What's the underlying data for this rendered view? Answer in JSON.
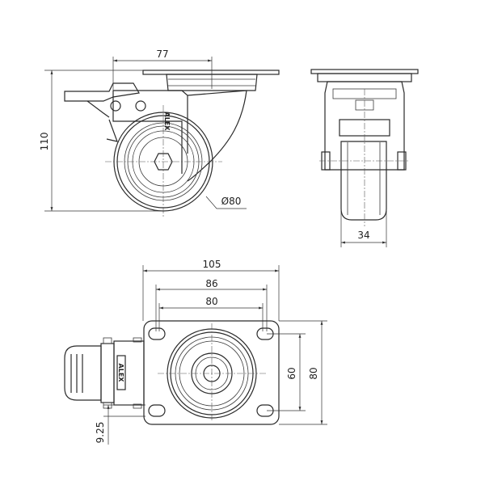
{
  "title": "Swivel castor with brake - dimensional drawing",
  "side_view": {
    "dim_offset": "77",
    "dim_height": "110",
    "dim_wheel_diameter": "Ø80",
    "logo": "ALEX"
  },
  "front_view": {
    "dim_wheel_width": "34"
  },
  "top_view": {
    "dim_plate_length": "105",
    "dim_hole_spacing_outer": "86",
    "dim_hole_spacing_inner": "80",
    "dim_hole_spacing_vertical": "60",
    "dim_plate_width": "80",
    "dim_hole_diameter": "9.25",
    "logo": "ALEX"
  }
}
